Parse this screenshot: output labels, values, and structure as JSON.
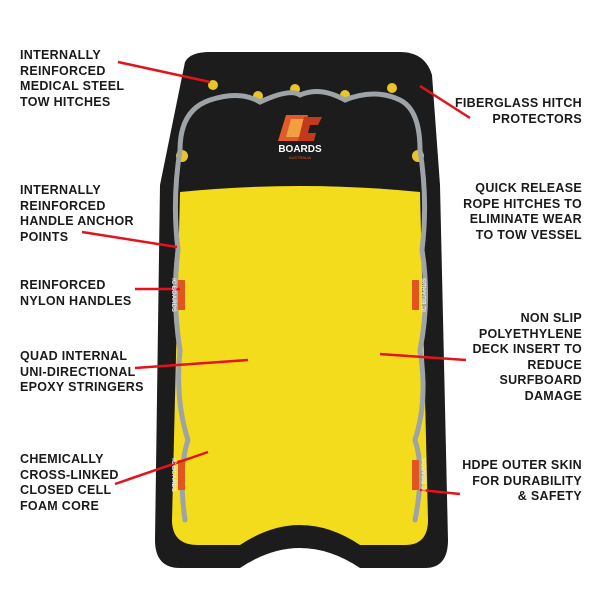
{
  "brand": {
    "logo_text": "BOARDS",
    "logo_subtext": "AUSTRALIA",
    "side_logo_text": "IC BOARDS"
  },
  "colors": {
    "deck": "#f2dc1c",
    "body": "#1c1c1c",
    "leader": "#e4121b",
    "handle": "#9ea3a8"
  },
  "callouts": {
    "left": [
      "INTERNALLY\nREINFORCED\nMEDICAL STEEL\nTOW HITCHES",
      "INTERNALLY\nREINFORCED\nHANDLE ANCHOR\nPOINTS",
      "REINFORCED\nNYLON HANDLES",
      "QUAD INTERNAL\nUNI-DIRECTIONAL\nEPOXY STRINGERS",
      "CHEMICALLY\nCROSS-LINKED\nCLOSED CELL\nFOAM CORE"
    ],
    "right": [
      "FIBERGLASS HITCH\nPROTECTORS",
      "QUICK RELEASE\nROPE HITCHES TO\nELIMINATE WEAR\nTO TOW VESSEL",
      "NON SLIP\nPOLYETHYLENE\nDECK INSERT TO\nREDUCE\nSURFBOARD\nDAMAGE",
      "HDPE OUTER SKIN\nFOR DURABILITY\n& SAFETY"
    ]
  }
}
